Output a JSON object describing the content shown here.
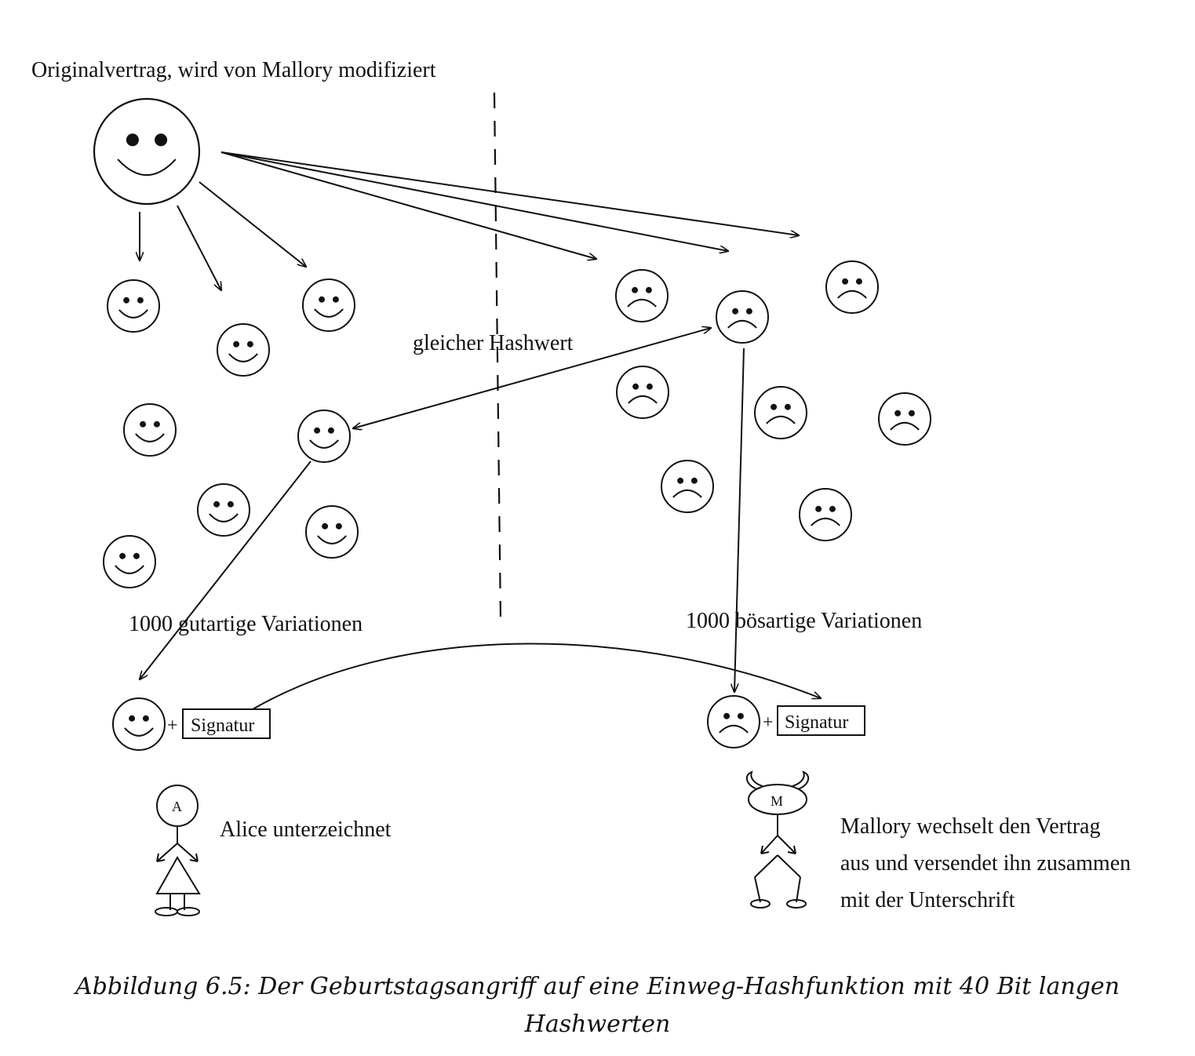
{
  "labels": {
    "original_contract": "Originalvertrag,  wird von Mallory modifiziert",
    "same_hash": "gleicher Hashwert",
    "benign_variations": "1000 gutartige Variationen",
    "malicious_variations": "1000 bösartige Variationen",
    "signature_left": "Signatur",
    "signature_right": "Signatur",
    "plus_left": "+",
    "plus_right": "+",
    "alice_initial": "A",
    "mallory_initial": "M",
    "alice_text": "Alice unterzeichnet",
    "mallory_text_lines": [
      "Mallory wechselt den Vertrag",
      "aus und versendet ihn zusammen",
      "mit der Unterschrift"
    ]
  },
  "caption": {
    "line1": "Abbildung 6.5:  Der Geburtstagsangriff auf eine Einweg-Hashfunktion mit 40 Bit langen",
    "line2": "Hashwerten"
  },
  "faces": {
    "original": {
      "mood": "happy"
    },
    "benign_count_shown": 9,
    "malicious_count_shown": 9,
    "signed_benign": {
      "mood": "happy"
    },
    "signed_malicious": {
      "mood": "sad"
    }
  },
  "icons": {
    "happy_face": "smiley-face-icon",
    "sad_face": "frowning-face-icon",
    "alice": "stick-figure-alice-icon",
    "mallory": "stick-figure-mallory-devil-icon"
  }
}
